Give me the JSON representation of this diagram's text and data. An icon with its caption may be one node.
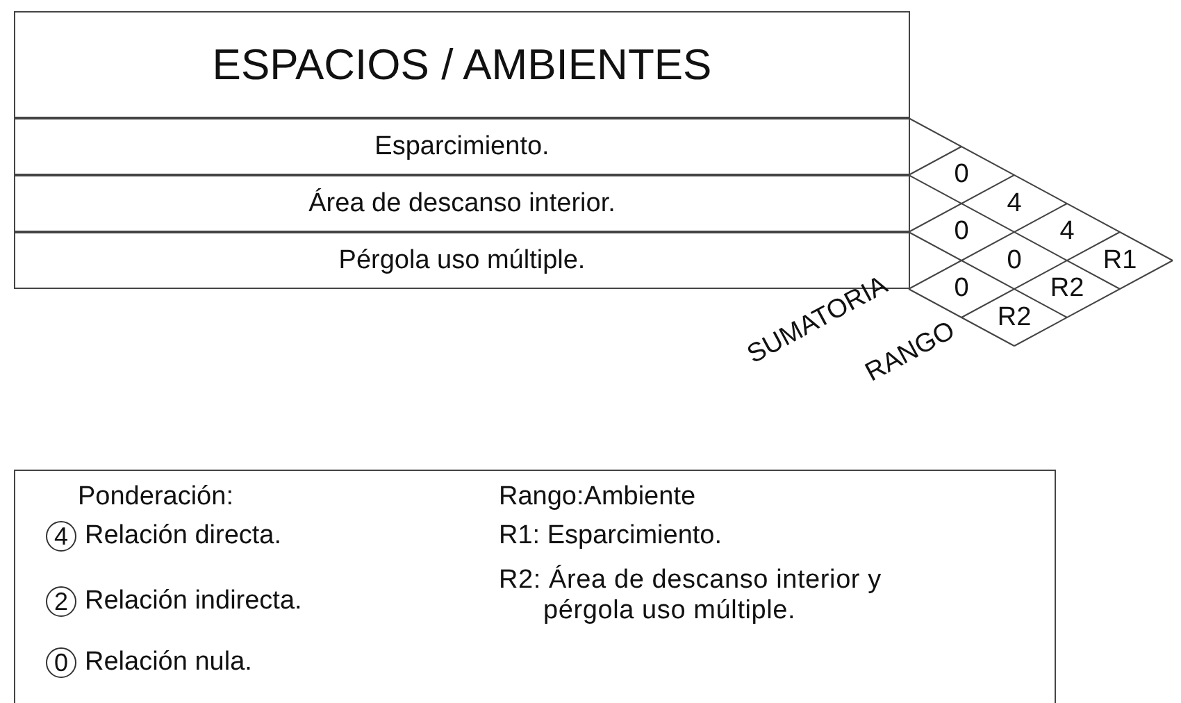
{
  "diagram": {
    "nodes": [
      {
        "text": [
          "ESPACIOS / AMBIENTES"
        ]
      },
      {
        "text": [
          "Esparcimiento."
        ]
      },
      {
        "text": [
          "Área de descanso interior."
        ]
      },
      {
        "text": [
          "Pérgola uso múltiple."
        ]
      },
      {
        "text": [
          "0"
        ]
      },
      {
        "text": [
          "4"
        ]
      },
      {
        "text": [
          "0"
        ]
      },
      {
        "text": [
          "4"
        ]
      },
      {
        "text": [
          "R1"
        ]
      },
      {
        "text": [
          "0"
        ]
      },
      {
        "text": [
          "R2"
        ]
      },
      {
        "text": [
          "0"
        ]
      },
      {
        "text": [
          "R2"
        ]
      },
      {
        "text": [
          "Ponderación:",
          "Relación directa.",
          "Relación indirecta.",
          "Relación nula.",
          "Rango:Ambiente",
          "R1: Esparcimiento.",
          "R2: Área de descanso interior y pérgola uso múltiple."
        ]
      },
      {
        "text": [
          "4"
        ],
        "in": 13
      },
      {
        "text": [
          "2"
        ],
        "in": 13
      },
      {
        "text": [
          "0"
        ],
        "in": 13
      }
    ],
    "labels": [
      "SUMATORIA",
      "RANGO"
    ]
  }
}
